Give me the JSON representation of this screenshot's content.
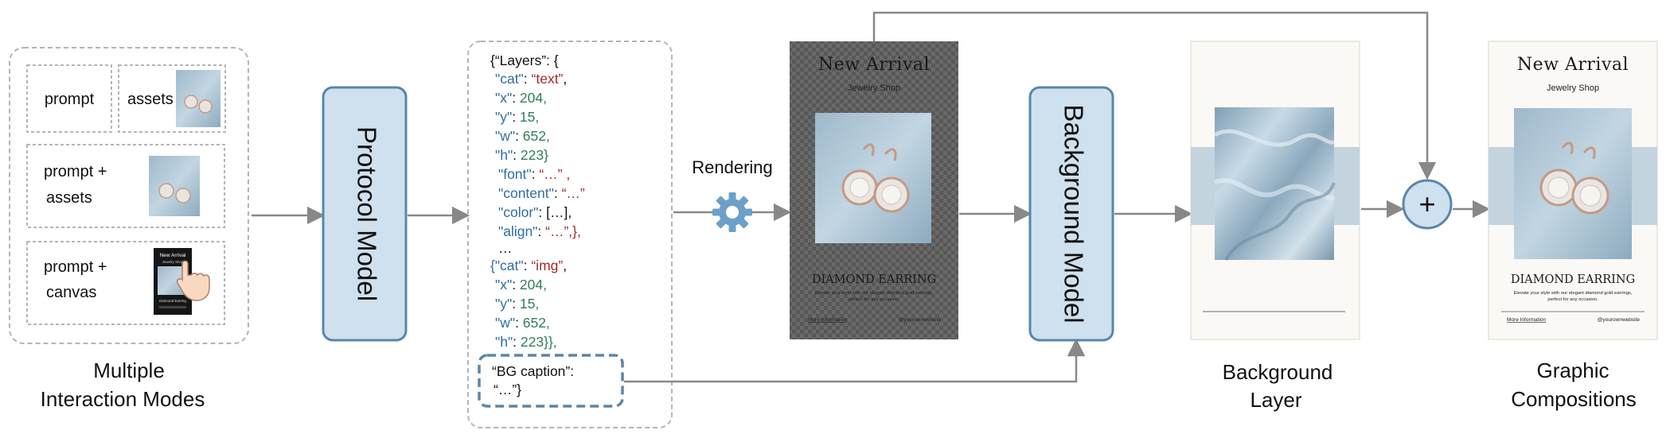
{
  "interaction_modes": {
    "caption_line1": "Multiple",
    "caption_line2": "Interaction Modes",
    "prompt_label": "prompt",
    "assets_label": "assets",
    "prompt_assets_line1": "prompt +",
    "prompt_assets_line2": "assets",
    "prompt_canvas_line1": "prompt +",
    "prompt_canvas_line2": "canvas",
    "thumb_title": "New Arrival",
    "thumb_subtitle": "Jewelry Shop",
    "thumb_footer": "Diamond Earring"
  },
  "protocol_model": {
    "label": "Protocol Model"
  },
  "json_protocol": {
    "header": "{“Layers”: {",
    "text_cat_key": "\"cat\"",
    "text_cat_value": "“text”",
    "img_cat_key": "{\"cat\"",
    "img_cat_value": "“img”",
    "x_key": "\"x\"",
    "x_value": "204,",
    "y_key": "\"y\"",
    "y_value": "15,",
    "w_key": "\"w\"",
    "w_value": "652,",
    "h_key": "\"h\"",
    "h_value_text": "223}",
    "h_value_img": "223}},",
    "font_key": "\"font\"",
    "font_value": "“…” ,",
    "content_key": "\"content\"",
    "content_value": "“…”",
    "color_key": "\"color\"",
    "color_value": "[…],",
    "align_key": "\"align\"",
    "align_value": "“…”,},",
    "ellipsis": "…",
    "bg_caption_line1": "“BG caption”:",
    "bg_caption_line2": "“…”}"
  },
  "rendering": {
    "label": "Rendering"
  },
  "rendered_poster": {
    "title": "New Arrival",
    "subtitle": "Jewelry Shop",
    "product": "DIAMOND EARRING",
    "description_line1": "Elevate your style with our elegant diamond gold earrings,",
    "description_line2": "perfect for any occasion.",
    "footer_left": "More Information",
    "footer_right": "@yourownwebsite"
  },
  "background_model": {
    "label": "Background Model"
  },
  "background_layer": {
    "caption_line1": "Background",
    "caption_line2": "Layer"
  },
  "composer": {
    "symbol": "+"
  },
  "graphic_compositions": {
    "caption_line1": "Graphic",
    "caption_line2": "Compositions",
    "title": "New Arrival",
    "subtitle": "Jewelry Shop",
    "product": "DIAMOND EARRING",
    "description_line1": "Elevate your style with our elegant diamond gold earrings,",
    "description_line2": "perfect for any occasion.",
    "footer_left": "More Information",
    "footer_right": "@yourownwebsite"
  },
  "colors": {
    "model_fill": "#cfe0ef",
    "model_stroke": "#5a86aa",
    "key_blue": "#2e6da4",
    "value_red": "#a52a2a",
    "value_green": "#2f7f5a",
    "arrow": "#888888",
    "dashed": "#b5b5b5",
    "gear": "#6da0c8",
    "bg_caption_stroke": "#5c86a6",
    "silk": "#a9c4d6"
  }
}
